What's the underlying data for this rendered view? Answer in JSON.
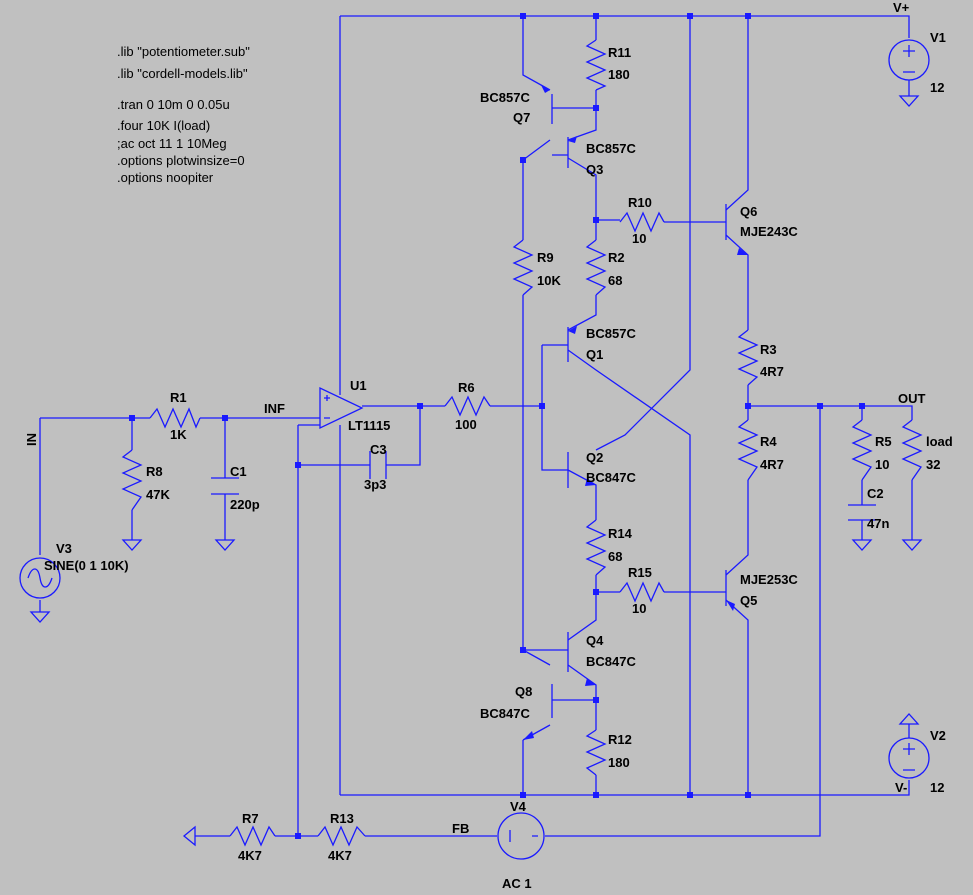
{
  "directives": [
    ".lib \"potentiometer.sub\"",
    ".lib \"cordell-models.lib\"",
    "",
    ".tran 0 10m 0 0.05u",
    ".four 10K I(load)",
    ";ac oct 11 1 10Meg",
    ".options plotwinsize=0",
    ".options noopiter"
  ],
  "nets": {
    "vplus": "V+",
    "vminus": "V-",
    "out": "OUT",
    "in": "IN",
    "inf": "INF",
    "fb": "FB"
  },
  "transistors": {
    "q7": {
      "ref": "Q7",
      "model": "BC857C"
    },
    "q3": {
      "ref": "Q3",
      "model": "BC857C"
    },
    "q1": {
      "ref": "Q1",
      "model": "BC857C"
    },
    "q2": {
      "ref": "Q2",
      "model": "BC847C"
    },
    "q4": {
      "ref": "Q4",
      "model": "BC847C"
    },
    "q8": {
      "ref": "Q8",
      "model": "BC847C"
    },
    "q6": {
      "ref": "Q6",
      "model": "MJE243C"
    },
    "q5": {
      "ref": "Q5",
      "model": "MJE253C"
    }
  },
  "resistors": {
    "r1": {
      "ref": "R1",
      "value": "1K"
    },
    "r8": {
      "ref": "R8",
      "value": "47K"
    },
    "r6": {
      "ref": "R6",
      "value": "100"
    },
    "r9": {
      "ref": "R9",
      "value": "10K"
    },
    "r11": {
      "ref": "R11",
      "value": "180"
    },
    "r10": {
      "ref": "R10",
      "value": "10"
    },
    "r2": {
      "ref": "R2",
      "value": "68"
    },
    "r14": {
      "ref": "R14",
      "value": "68"
    },
    "r15": {
      "ref": "R15",
      "value": "10"
    },
    "r12": {
      "ref": "R12",
      "value": "180"
    },
    "r3": {
      "ref": "R3",
      "value": "4R7"
    },
    "r4": {
      "ref": "R4",
      "value": "4R7"
    },
    "r5": {
      "ref": "R5",
      "value": "10"
    },
    "load": {
      "ref": "load",
      "value": "32"
    },
    "r7": {
      "ref": "R7",
      "value": "4K7"
    },
    "r13": {
      "ref": "R13",
      "value": "4K7"
    }
  },
  "capacitors": {
    "c1": {
      "ref": "C1",
      "value": "220p"
    },
    "c3": {
      "ref": "C3",
      "value": "3p3"
    },
    "c2": {
      "ref": "C2",
      "value": "47n"
    }
  },
  "sources": {
    "v1": {
      "ref": "V1",
      "value": "12"
    },
    "v2": {
      "ref": "V2",
      "value": "12"
    },
    "v3": {
      "ref": "V3",
      "value": "SINE(0 1 10K)"
    },
    "v4": {
      "ref": "V4",
      "value": "AC 1"
    }
  },
  "opamp": {
    "ref": "U1",
    "model": "LT1115"
  }
}
